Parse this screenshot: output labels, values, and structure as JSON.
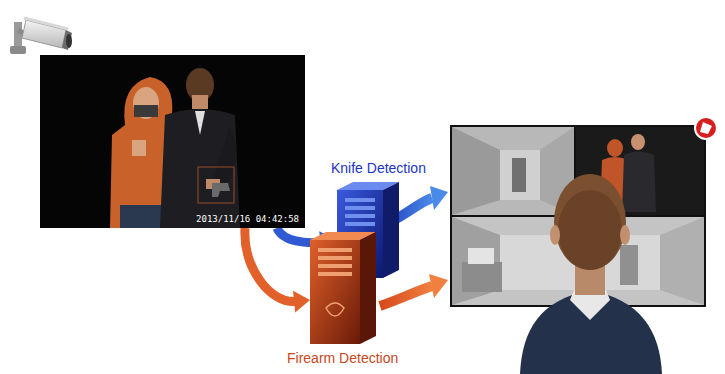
{
  "diagram": {
    "nodes": [
      {
        "text": [
          "2013/11/16 04:42:58"
        ]
      },
      {
        "text": [
          "Knife Detection"
        ]
      },
      {
        "text": [
          "Firearm Detection"
        ]
      }
    ],
    "edges": [
      {
        "from": 0,
        "to": 1,
        "arrow": "to"
      },
      {
        "from": 0,
        "to": 2,
        "arrow": "to"
      }
    ]
  }
}
